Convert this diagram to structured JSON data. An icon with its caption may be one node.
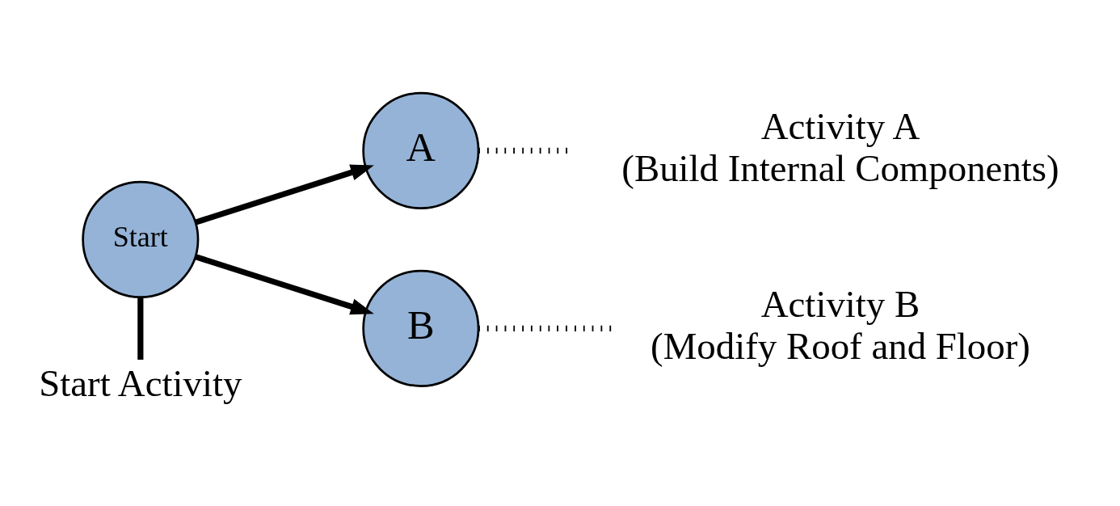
{
  "diagram": {
    "nodes": [
      {
        "text": [
          "Start"
        ]
      },
      {
        "text": [
          "A"
        ]
      },
      {
        "text": [
          "B"
        ]
      },
      {
        "text": [
          "Activity A",
          "(Build Internal Components)"
        ]
      },
      {
        "text": [
          "Activity B",
          "(Modify Roof and Floor)"
        ]
      },
      {
        "text": [
          "Start Activity"
        ]
      }
    ],
    "edges": [
      {
        "from": 0,
        "to": 1,
        "arrow": "to"
      },
      {
        "from": 0,
        "to": 2,
        "arrow": "to"
      },
      {
        "from": 3,
        "to": 1,
        "arrow": "none",
        "style": "dashed"
      },
      {
        "from": 4,
        "to": 2,
        "arrow": "none",
        "style": "dashed"
      },
      {
        "from": 5,
        "to": 0,
        "arrow": "none"
      }
    ]
  }
}
